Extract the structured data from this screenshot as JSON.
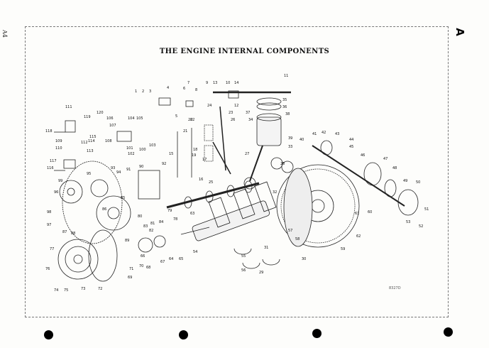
{
  "page": {
    "title": "THE ENGINE INTERNAL COMPONENTS",
    "page_number": "A4",
    "section_letter": "A",
    "reference_code": "8327D",
    "colors": {
      "ink": "#111111",
      "paper": "#fdfdfb"
    }
  },
  "callouts": [
    "1",
    "2",
    "3",
    "4",
    "5",
    "6",
    "7",
    "8",
    "9",
    "10",
    "11",
    "12",
    "13",
    "14",
    "15",
    "16",
    "17",
    "18",
    "19",
    "20",
    "21",
    "22",
    "23",
    "24",
    "25",
    "26",
    "27",
    "28",
    "29",
    "30",
    "31",
    "32",
    "33",
    "34",
    "35",
    "36",
    "37",
    "38",
    "39",
    "40",
    "41",
    "42",
    "43",
    "44",
    "45",
    "46",
    "47",
    "48",
    "49",
    "50",
    "51",
    "52",
    "53",
    "54",
    "55",
    "56",
    "57",
    "58",
    "59",
    "60",
    "61",
    "62",
    "63",
    "64",
    "65",
    "66",
    "67",
    "68",
    "69",
    "70",
    "71",
    "72",
    "73",
    "74",
    "75",
    "76",
    "77",
    "78",
    "79",
    "80",
    "81",
    "82",
    "83",
    "84",
    "85",
    "86",
    "87",
    "88",
    "89",
    "90",
    "91",
    "92",
    "93",
    "94",
    "95",
    "96",
    "97",
    "98",
    "99",
    "100",
    "101",
    "102",
    "103",
    "104",
    "105",
    "106",
    "107",
    "108",
    "109",
    "110",
    "111",
    "112",
    "113",
    "114",
    "115",
    "116",
    "117",
    "118",
    "119",
    "120"
  ]
}
